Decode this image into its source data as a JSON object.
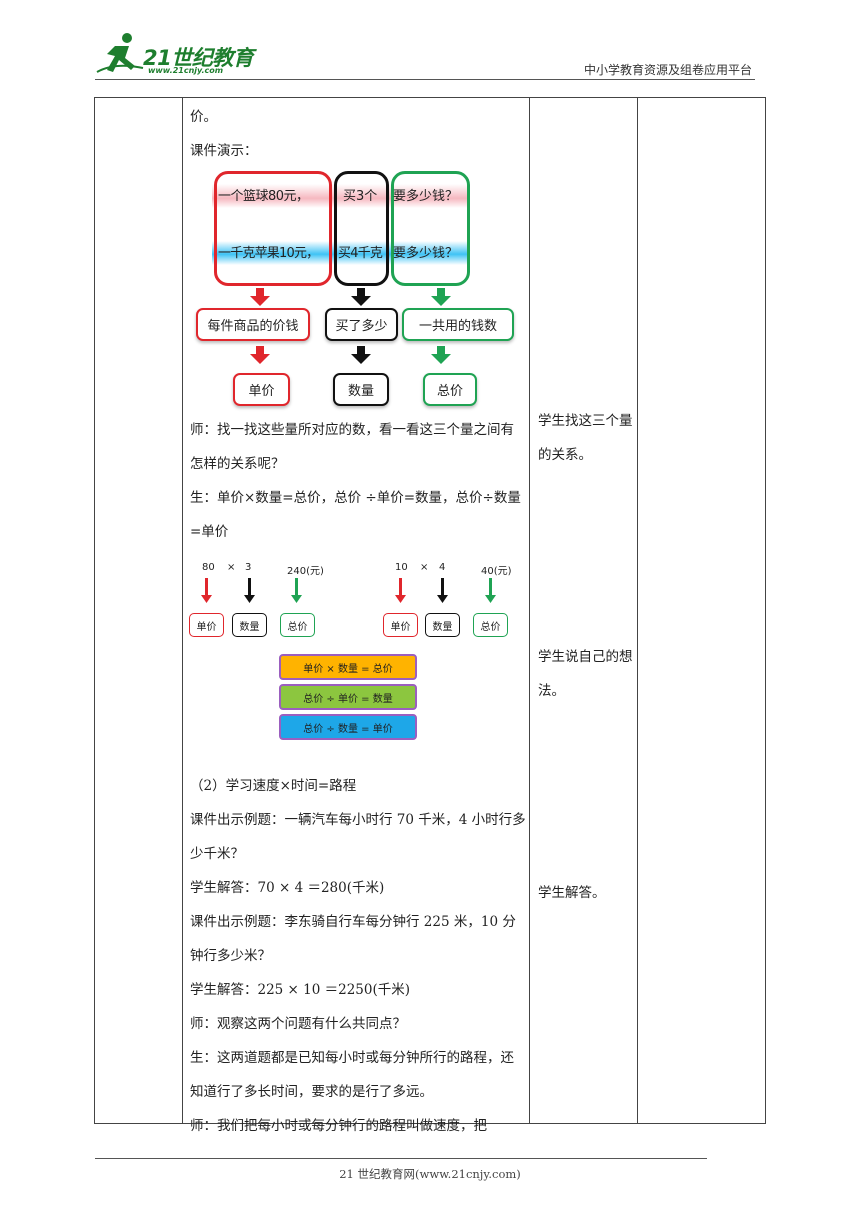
{
  "header": {
    "logo_text": "21世纪教育",
    "logo_url": "www.21cnjy.com",
    "platform": "中小学教育资源及组卷应用平台"
  },
  "content": {
    "p1": "价。",
    "p2": "课件演示：",
    "p3": "师：找一找这些量所对应的数，看一看这三个量之间有怎样的关系呢？",
    "p4": "生：单价×数量=总价，总价 ÷单价=数量，总价÷数量=单价",
    "p5": "（2）学习速度×时间=路程",
    "p6": "课件出示例题：一辆汽车每小时行 70 千米，4 小时行多少千米？",
    "p7": "学生解答：70 × 4 ＝280(千米)",
    "p8": "课件出示例题：李东骑自行车每分钟行 225 米，10 分钟行多少米？",
    "p9": "学生解答：225 × 10 ＝2250(千米)",
    "p10": "师：观察这两个问题有什么共同点？",
    "p11": "生：这两道题都是已知每小时或每分钟所行的路程，还知道行了多长时间，要求的是行了多远。",
    "p12": "师：我们把每小时或每分钟行的路程叫做速度，把"
  },
  "student_col": {
    "a1": "学生找这三个量的关系。",
    "a2": "学生说自己的想法。",
    "a3": "学生解答。"
  },
  "diagram1": {
    "row1": [
      "一个篮球80元，",
      "买3个",
      "要多少钱？"
    ],
    "row2": [
      "一千克苹果10元，",
      "买4千克",
      "要多少钱？"
    ],
    "mid": [
      "每件商品的价钱",
      "买了多少",
      "一共用的钱数"
    ],
    "bottom": [
      "单价",
      "数量",
      "总价"
    ]
  },
  "diagram2": {
    "left_nums": [
      "80",
      "×",
      "3",
      "240(元)"
    ],
    "right_nums": [
      "10",
      "×",
      "4",
      "40(元)"
    ],
    "labels": [
      "单价",
      "数量",
      "总价"
    ],
    "formulas": [
      "单价 × 数量 = 总价",
      "总价 ÷ 单价 = 数量",
      "总价 ÷ 数量 = 单价"
    ]
  },
  "footer": {
    "text": "21 世纪教育网(www.21cnjy.com)"
  },
  "colors": {
    "red": "#e0262c",
    "black": "#111111",
    "green": "#1fa353",
    "orange": "#ffb300",
    "lime": "#8cc63f",
    "blue": "#1ea7e8"
  }
}
